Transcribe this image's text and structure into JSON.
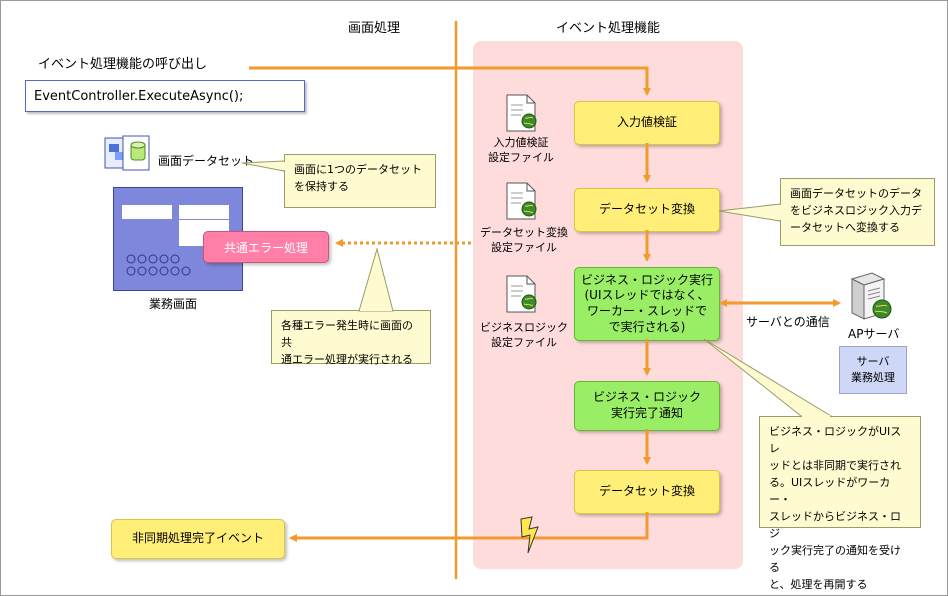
{
  "headers": {
    "screen": "画面処理",
    "event": "イベント処理機能"
  },
  "call_label": "イベント処理機能の呼び出し",
  "code_text": "EventController.ExecuteAsync();",
  "screen_dataset_label": "画面データセット",
  "business_screen_label": "業務画面",
  "common_error_label": "共通エラー処理",
  "files": {
    "input_check": [
      "入力値検証",
      "設定ファイル"
    ],
    "dataset_convert": [
      "データセット変換",
      "設定ファイル"
    ],
    "business_logic": [
      "ビジネスロジック",
      "設定ファイル"
    ]
  },
  "flow_boxes": {
    "input_check": "入力値検証",
    "dataset_convert_1": "データセット変換",
    "business_exec": [
      "ビジネス・ロジック実行",
      "(UIスレッドではなく、",
      "ワーカー・スレッドで",
      "で実行される)"
    ],
    "business_done": [
      "ビジネス・ロジック",
      "実行完了通知"
    ],
    "dataset_convert_2": "データセット変換"
  },
  "async_event": "非同期処理完了イベント",
  "server_comm_label": "サーバとの通信",
  "ap_server_label": "APサーバ",
  "server_business_label": [
    "サーバ",
    "業務処理"
  ],
  "notes": {
    "one_dataset": [
      "画面に1つのデータセット",
      "を保持する"
    ],
    "convert_desc": [
      "画面データセットのデータ",
      "をビジネスロジック入力デ",
      "ータセットへ変換する"
    ],
    "error_desc": [
      "各種エラー発生時に画面の共",
      "通エラー処理が実行される"
    ],
    "async_desc": [
      "ビジネス・ロジックがUIスレ",
      "ッドとは非同期で実行され",
      "る。UIスレッドがワーカー・",
      "スレッドからビジネス・ロジ",
      "ック実行完了の通知を受ける",
      "と、処理を再開する"
    ]
  },
  "colors": {
    "arrow": "#f39a2e",
    "panel": "#ffdcdc",
    "divider": "#f39a2e",
    "code_border": "#5566cc",
    "screen_fill": "#7f87dd",
    "error_fill": "#ff7fa7",
    "server_box": "#cfd7f7"
  }
}
